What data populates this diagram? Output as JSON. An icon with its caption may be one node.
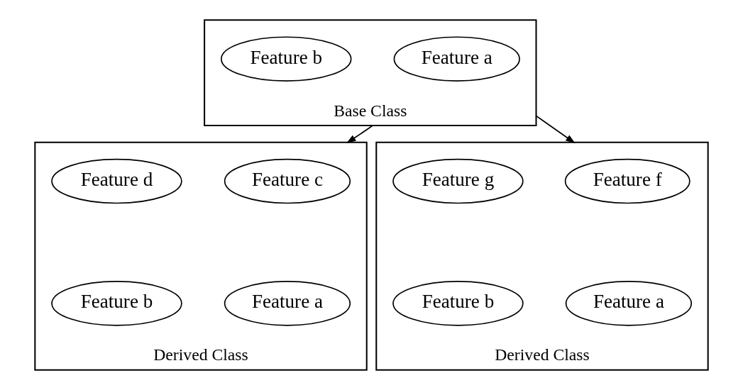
{
  "diagram": {
    "nodes": [
      {
        "text": [
          "Base Class"
        ]
      },
      {
        "text": [
          "Feature a"
        ],
        "in": 0
      },
      {
        "text": [
          "Feature b"
        ],
        "in": 0
      },
      {
        "text": [
          "Derived Class"
        ]
      },
      {
        "text": [
          "Feature c"
        ],
        "in": 3
      },
      {
        "text": [
          "Feature d"
        ],
        "in": 3
      },
      {
        "text": [
          "Feature a"
        ],
        "in": 3
      },
      {
        "text": [
          "Feature b"
        ],
        "in": 3
      },
      {
        "text": [
          "Derived Class"
        ]
      },
      {
        "text": [
          "Feature f"
        ],
        "in": 8
      },
      {
        "text": [
          "Feature g"
        ],
        "in": 8
      },
      {
        "text": [
          "Feature a"
        ],
        "in": 8
      },
      {
        "text": [
          "Feature b"
        ],
        "in": 8
      }
    ],
    "edges": [
      {
        "from": 0,
        "to": 3,
        "arrow": "to"
      },
      {
        "from": 0,
        "to": 8,
        "arrow": "to"
      }
    ]
  }
}
